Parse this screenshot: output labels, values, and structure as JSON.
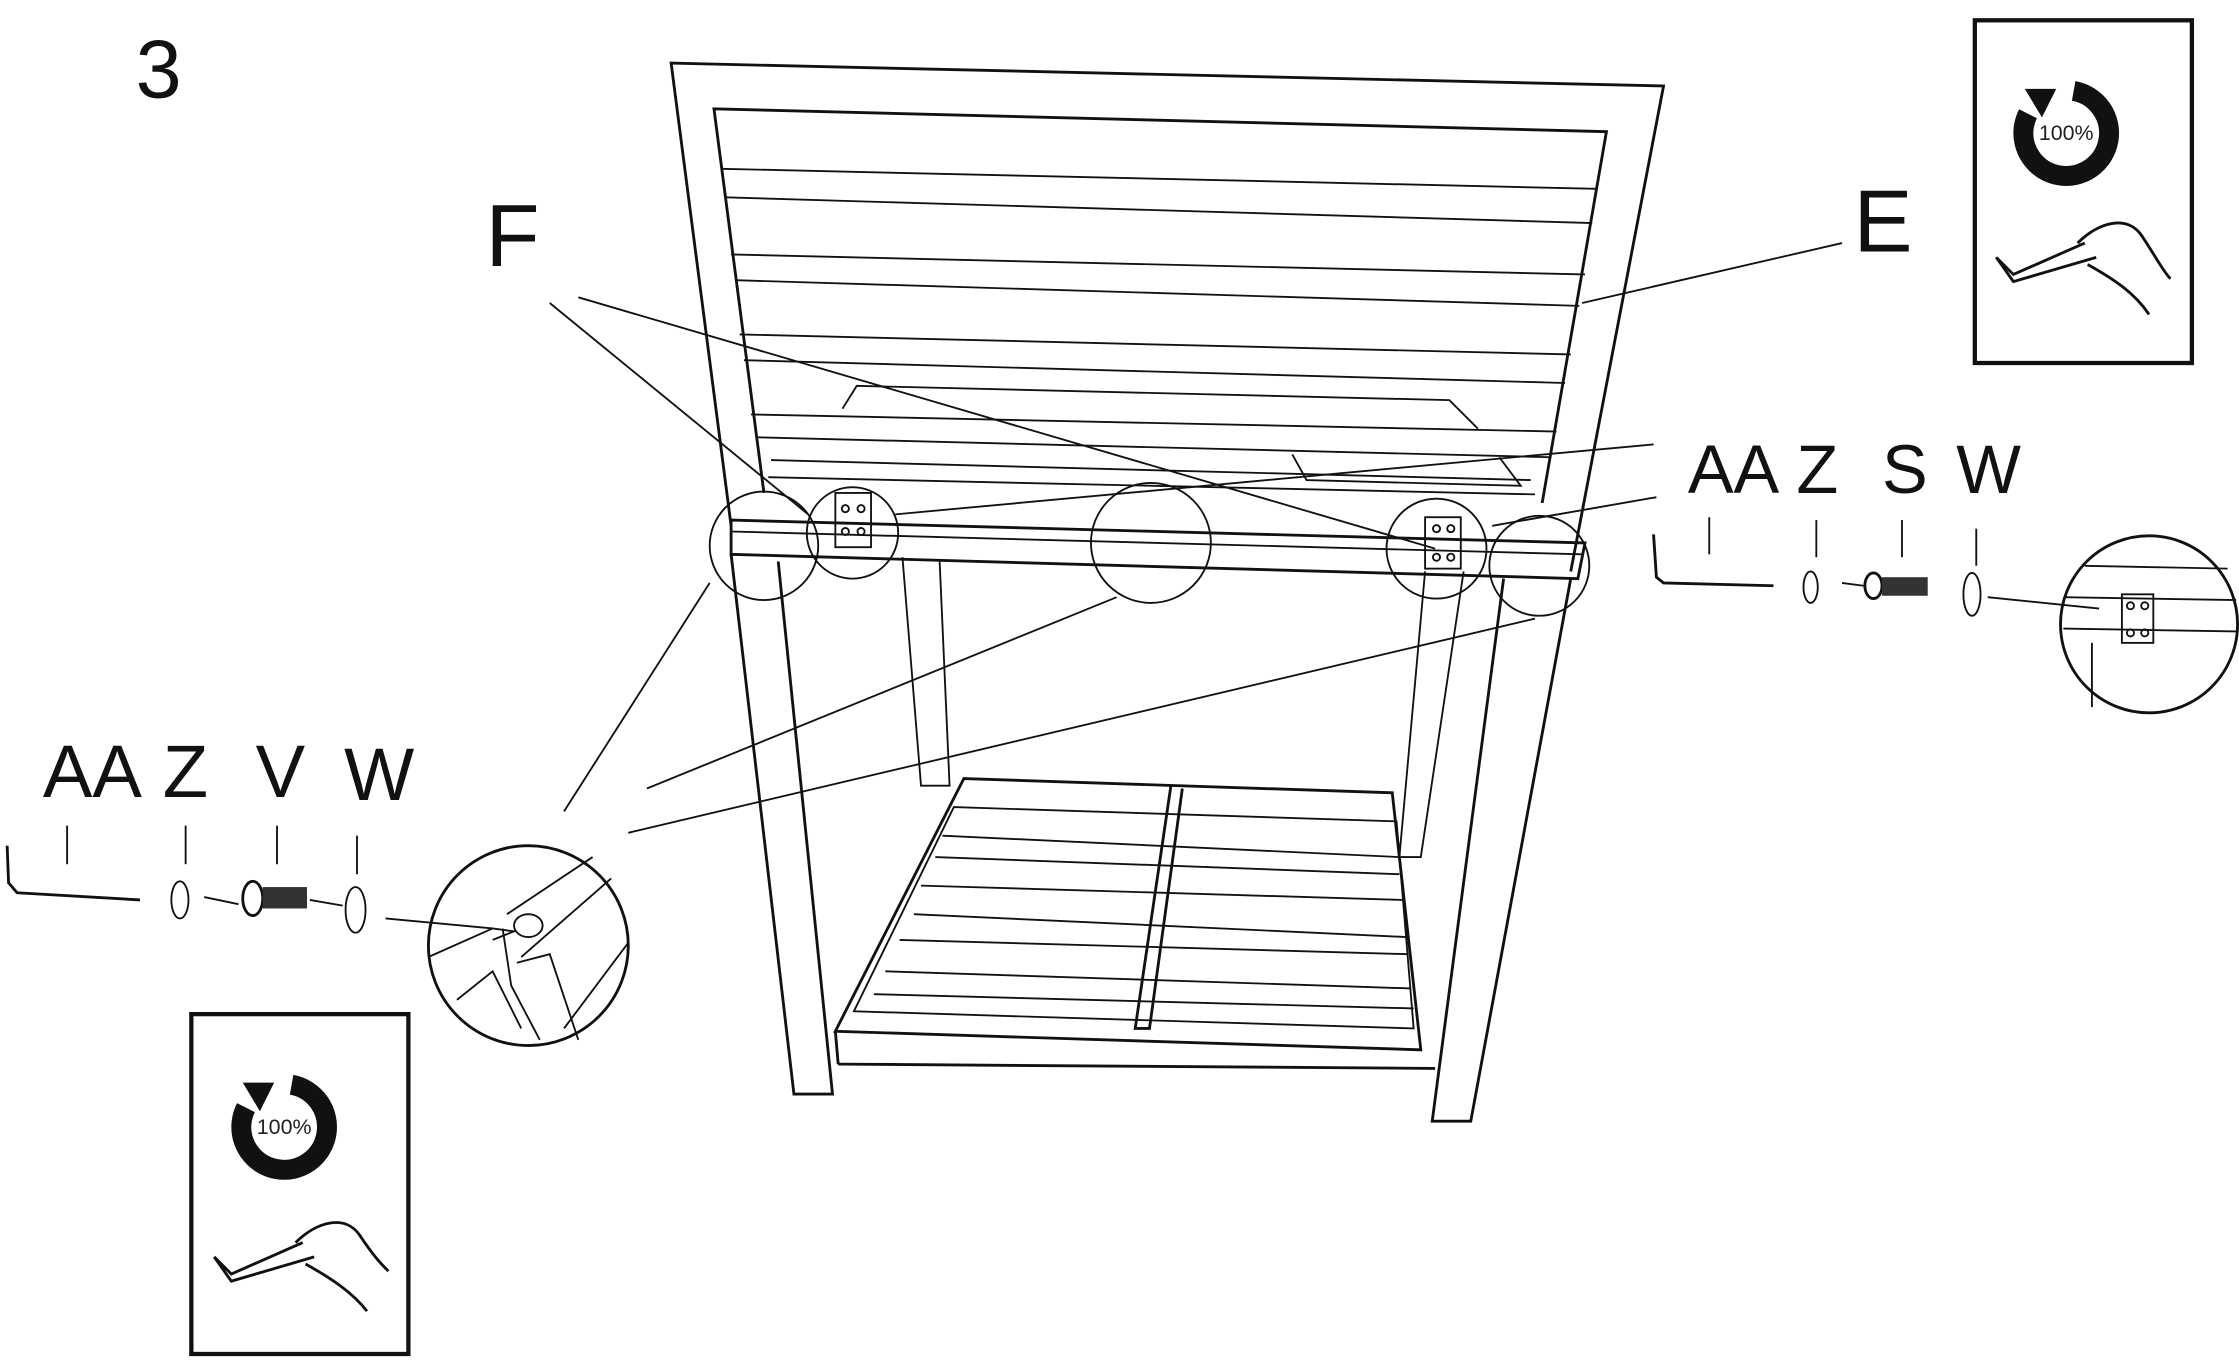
{
  "step_number": "3",
  "part_labels": {
    "panel_f": "F",
    "panel_e": "E"
  },
  "hardware_right": {
    "labels": [
      "AA",
      "Z",
      "S",
      "W"
    ]
  },
  "hardware_left": {
    "labels": [
      "AA",
      "Z",
      "V",
      "W"
    ]
  },
  "tighten_badges": [
    {
      "percent": "100%"
    },
    {
      "percent": "100%"
    }
  ]
}
